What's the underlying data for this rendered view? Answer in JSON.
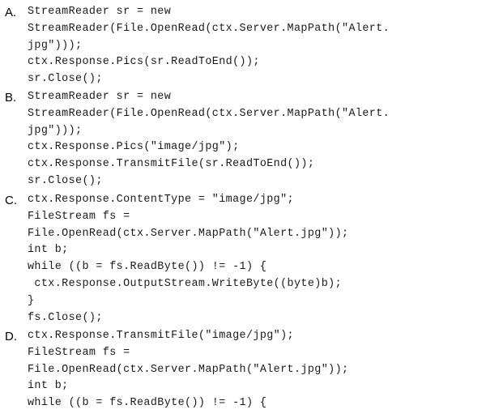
{
  "options": [
    {
      "letter": "A.",
      "lines": [
        "StreamReader sr = new",
        "StreamReader(File.OpenRead(ctx.Server.MapPath(\"Alert.",
        "jpg\")));",
        "ctx.Response.Pics(sr.ReadToEnd());",
        "sr.Close();"
      ]
    },
    {
      "letter": "B.",
      "lines": [
        "StreamReader sr = new",
        "StreamReader(File.OpenRead(ctx.Server.MapPath(\"Alert.",
        "jpg\")));",
        "ctx.Response.Pics(\"image/jpg\");",
        "ctx.Response.TransmitFile(sr.ReadToEnd());",
        "sr.Close();"
      ]
    },
    {
      "letter": "C.",
      "lines": [
        "ctx.Response.ContentType = \"image/jpg\";",
        "FileStream fs =",
        "File.OpenRead(ctx.Server.MapPath(\"Alert.jpg\"));",
        "int b;",
        "while ((b = fs.ReadByte()) != -1) {",
        " ctx.Response.OutputStream.WriteByte((byte)b);",
        "}",
        "fs.Close();"
      ]
    },
    {
      "letter": "D.",
      "lines": [
        "ctx.Response.TransmitFile(\"image/jpg\");",
        "FileStream fs =",
        "File.OpenRead(ctx.Server.MapPath(\"Alert.jpg\"));",
        "int b;",
        "while ((b = fs.ReadByte()) != -1) {"
      ]
    }
  ]
}
